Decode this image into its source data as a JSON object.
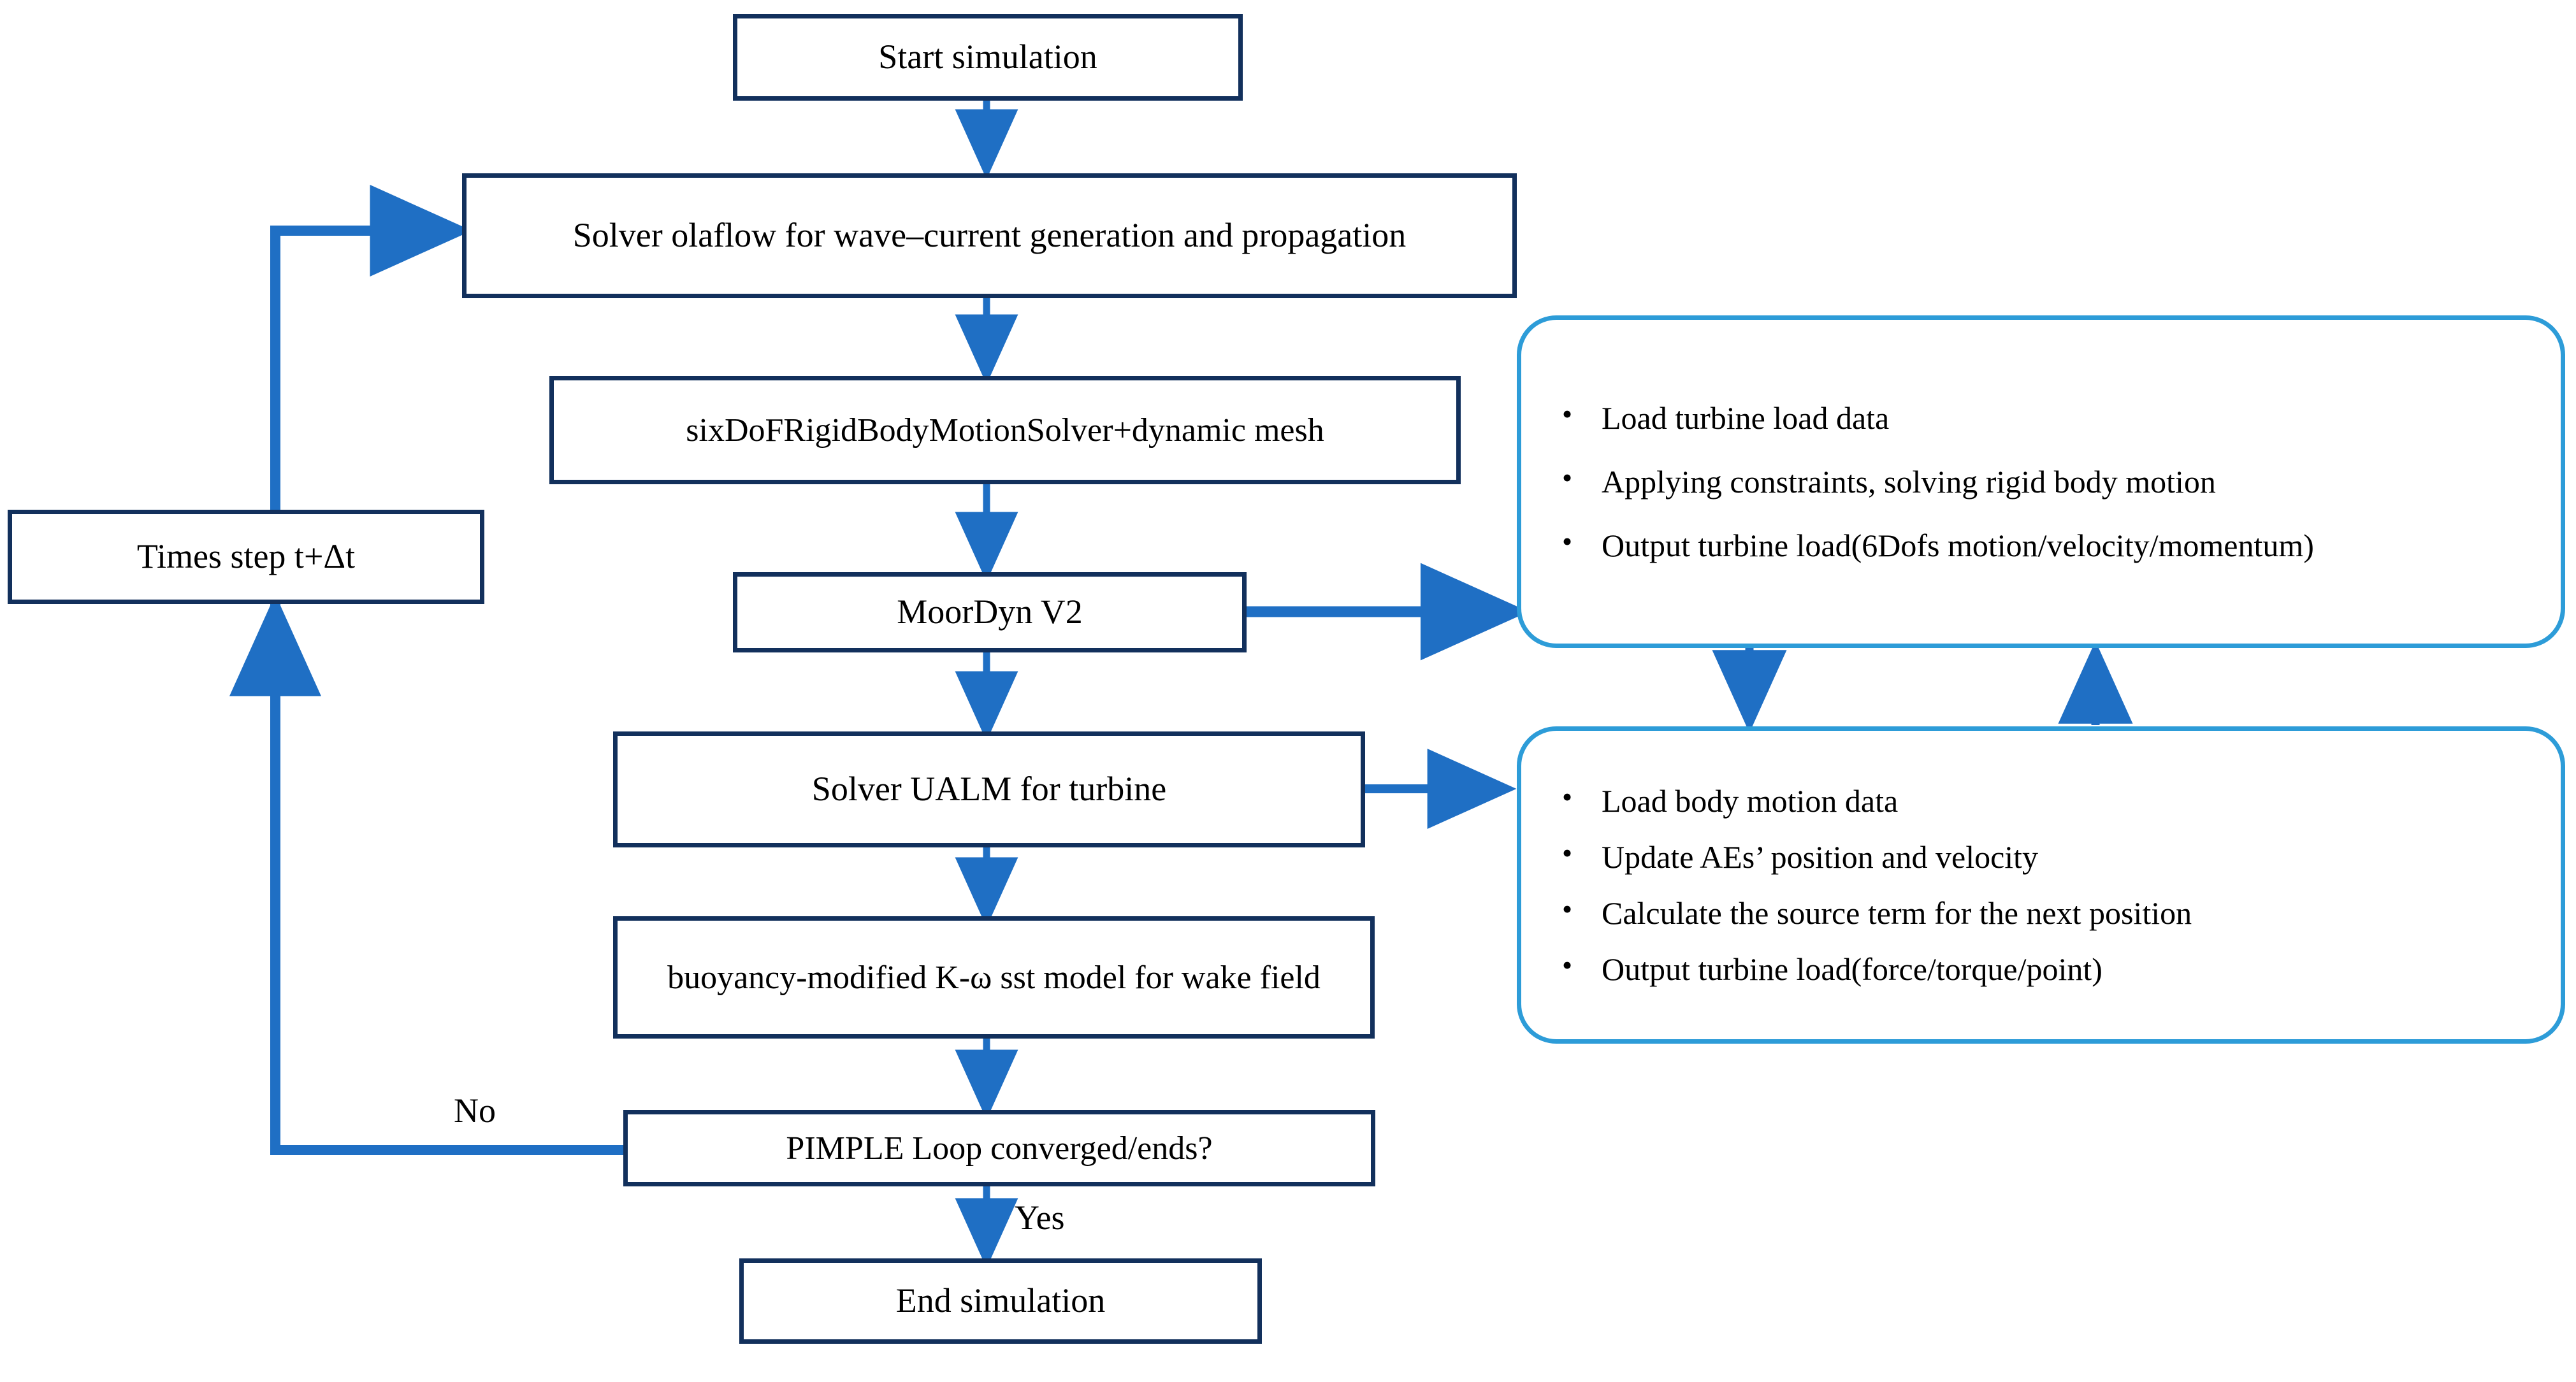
{
  "diagram": {
    "title": "Coupled simulation workflow flowchart",
    "colors": {
      "node_border": "#12305c",
      "panel_border": "#2d9cd8",
      "arrow": "#1f6fc4",
      "panel_arrow": "#2d9cd8",
      "background": "#ffffff",
      "text": "#000000"
    }
  },
  "nodes": {
    "start": {
      "label": "Start simulation"
    },
    "olaflow": {
      "label": "Solver olaflow for wave–current generation and propagation"
    },
    "sixdof": {
      "label": "sixDoFRigidBodyMotionSolver+dynamic mesh"
    },
    "moordyn": {
      "label": "MoorDyn V2"
    },
    "ualm": {
      "label": "Solver UALM for turbine"
    },
    "turbulence": {
      "label": "buoyancy-modified K-ω sst model for wake field"
    },
    "pimple": {
      "label": "PIMPLE Loop converged/ends?"
    },
    "end": {
      "label": "End simulation"
    },
    "timestep": {
      "label": "Times step t+Δt"
    }
  },
  "panels": {
    "rigid_body": {
      "name": "rigid-body-motion-panel",
      "bullets": [
        "Load turbine load data",
        "Applying constraints, solving rigid body motion",
        "Output turbine load(6Dofs motion/velocity/momentum)"
      ]
    },
    "actuator": {
      "name": "actuator-line-panel",
      "bullets": [
        "Load body motion data",
        "Update AEs’ position and velocity",
        "Calculate the source term for the next position",
        "Output turbine load(force/torque/point)"
      ]
    }
  },
  "edge_labels": {
    "no": "No",
    "yes": "Yes"
  }
}
